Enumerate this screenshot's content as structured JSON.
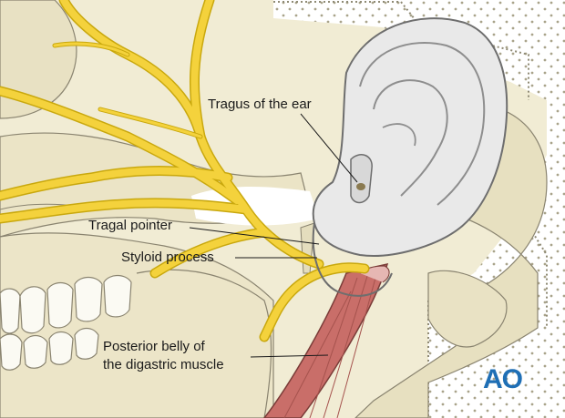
{
  "labels": {
    "tragus": "Tragus of the ear",
    "tragal_pointer": "Tragal pointer",
    "styloid": "Styloid process",
    "digastric_line1": "Posterior belly of",
    "digastric_line2": "the digastric muscle"
  },
  "logo": "AO",
  "colors": {
    "bone": "#efe9cf",
    "bone_shadow": "#ddd6b3",
    "nerve": "#f4d23c",
    "nerve_edge": "#c9a80e",
    "muscle": "#c96e69",
    "ear": "#e9e9e9",
    "ear_edge": "#9a9a9a",
    "skin_dots": "#b9b39a",
    "brand": "#1f6fb5"
  }
}
